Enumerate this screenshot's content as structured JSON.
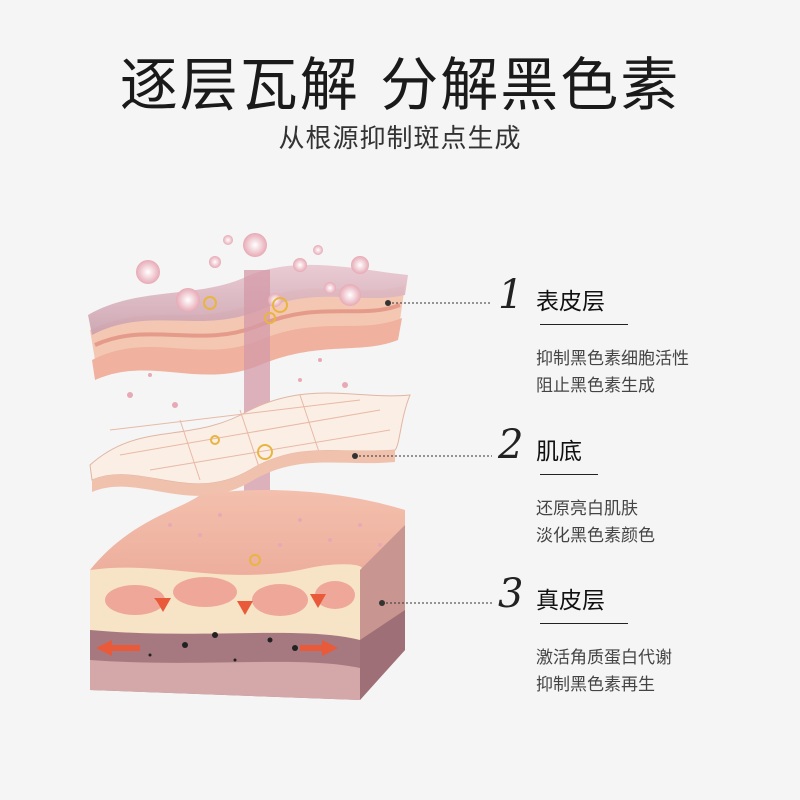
{
  "title": "逐层瓦解 分解黑色素",
  "subtitle": "从根源抑制斑点生成",
  "layers": [
    {
      "number": "1",
      "name": "表皮层",
      "desc": [
        "抑制黑色素细胞活性",
        "阻止黑色素生成"
      ]
    },
    {
      "number": "2",
      "name": "肌底",
      "desc": [
        "还原亮白肌肤",
        "淡化黑色素颜色"
      ]
    },
    {
      "number": "3",
      "name": "真皮层",
      "desc": [
        "激活角质蛋白代谢",
        "抑制黑色素再生"
      ]
    }
  ],
  "colors": {
    "background": "#f5f5f5",
    "skin": "#f2b8a5",
    "dermis": "#b98a90",
    "arrow": "#e85a3a"
  }
}
